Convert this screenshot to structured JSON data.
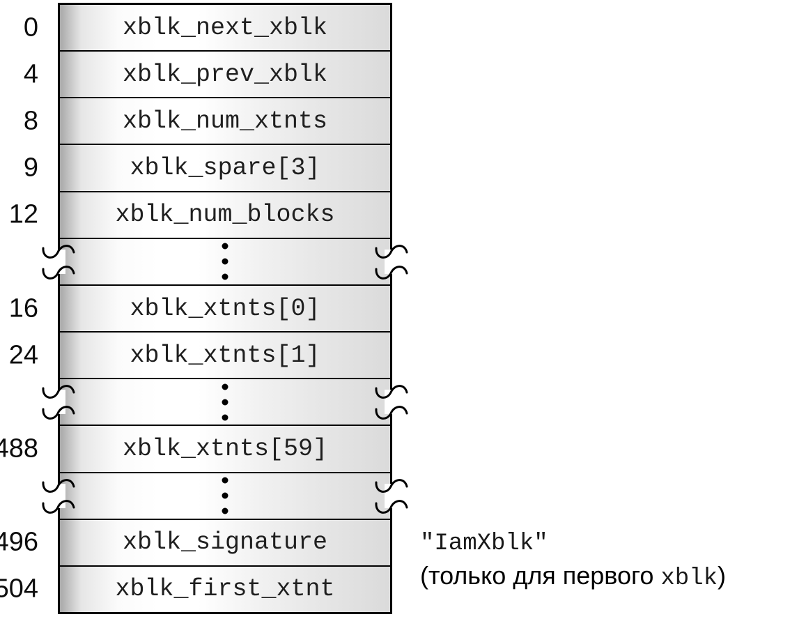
{
  "figure": {
    "structure_name": "xblk",
    "rows": [
      {
        "type": "field",
        "offset": "0",
        "name": "xblk_next_xblk"
      },
      {
        "type": "field",
        "offset": "4",
        "name": "xblk_prev_xblk"
      },
      {
        "type": "field",
        "offset": "8",
        "name": "xblk_num_xtnts"
      },
      {
        "type": "field",
        "offset": "9",
        "name": "xblk_spare[3]"
      },
      {
        "type": "field",
        "offset": "12",
        "name": "xblk_num_blocks"
      },
      {
        "type": "break"
      },
      {
        "type": "field",
        "offset": "16",
        "name": "xblk_xtnts[0]"
      },
      {
        "type": "field",
        "offset": "24",
        "name": "xblk_xtnts[1]"
      },
      {
        "type": "break"
      },
      {
        "type": "field",
        "offset": "488",
        "name": "xblk_xtnts[59]"
      },
      {
        "type": "break"
      },
      {
        "type": "field",
        "offset": "496",
        "name": "xblk_signature"
      },
      {
        "type": "field",
        "offset": "504",
        "name": "xblk_first_xtnt"
      }
    ],
    "annotation": {
      "line1": "\"IamXblk\"",
      "line2_prefix": "(только для первого",
      "line2_code": "xblk",
      "line2_suffix": ")"
    },
    "colors": {
      "border": "#000000",
      "text": "#1f1f1f",
      "fill_edge_dark": "#a2a2a2",
      "fill_highlight": "#ffffff",
      "fill_right_edge": "#dadada"
    }
  }
}
